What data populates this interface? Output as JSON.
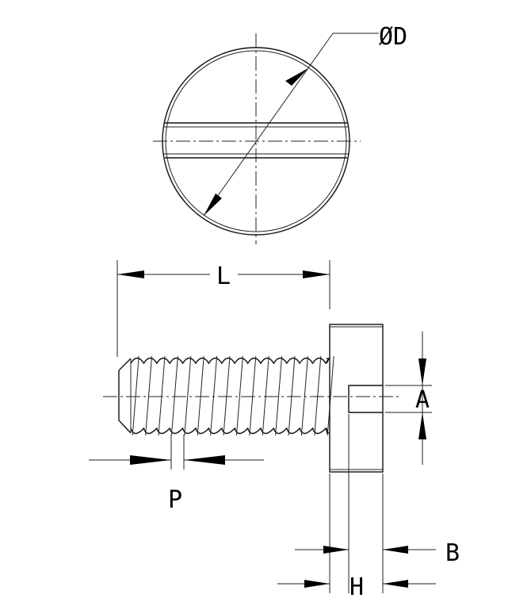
{
  "labels": {
    "diameter": "ØD",
    "length": "L",
    "pitch": "P",
    "slot_width": "A",
    "slot_depth": "B",
    "head_height": "H"
  }
}
